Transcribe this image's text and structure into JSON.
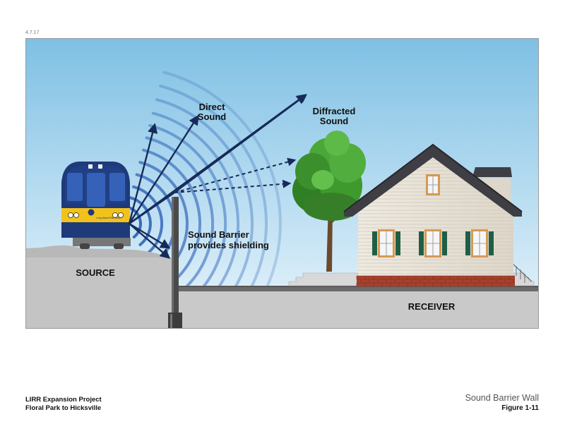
{
  "page": {
    "date": "4.7.17"
  },
  "diagram": {
    "labels": {
      "direct_line1": "Direct",
      "direct_line2": "Sound",
      "diffracted_line1": "Diffracted",
      "diffracted_line2": "Sound",
      "barrier_line1": "Sound Barrier",
      "barrier_line2": "provides shielding",
      "source": "SOURCE",
      "receiver": "RECEIVER"
    },
    "train_logo_text": "Long Island Rail Road",
    "colors": {
      "sky_top": "#7fc0e4",
      "sky_bottom": "#e9f5fc",
      "ground": "#c9c9c9",
      "wave": "#2f63b7",
      "arrow": "#172a58",
      "train_body": "#1f3a7a",
      "train_stripe": "#f2c21b",
      "house_siding": "#e9e3d8",
      "roof": "#3e3e44",
      "shutter": "#1f5e46",
      "foundation": "#a6402c",
      "tree": "#3e9a2c"
    }
  },
  "footer": {
    "project_line1": "LIRR Expansion Project",
    "project_line2": "Floral Park to Hicksville",
    "figure_title": "Sound Barrier Wall",
    "figure_number": "Figure 1-11"
  }
}
